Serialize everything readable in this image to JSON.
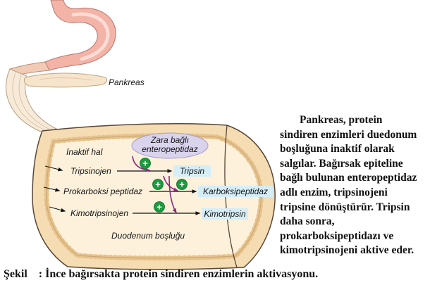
{
  "figure": {
    "pancreas_label": "Pankreas",
    "enzyme": {
      "line1": "Zara bağlı",
      "line2": "enteropeptidaz"
    },
    "inactive_label": "İnaktif hal",
    "lumen_label": "Duodenum boşluğu",
    "activation_symbol": "+",
    "reactions": [
      {
        "precursor": "Tripsinojen",
        "product": "Tripsin"
      },
      {
        "precursor": "Prokarboksi peptidaz",
        "product": "Karboksipeptidaz"
      },
      {
        "precursor": "Kimotripsinojen",
        "product": "Kimotripsin"
      }
    ],
    "colors": {
      "stomach": "#f3b3a7",
      "pancreas": "#f7e4cc",
      "duodenum_wall": "#f6dcb2",
      "lumen": "#fdf1dc",
      "enzyme_oval": "#d9d3ec",
      "product_box": "#d5edf7",
      "activation_circle": "#1c9a3e",
      "activation_arrow": "#8b2b7d"
    }
  },
  "description": {
    "lines": [
      "Pankreas, protein",
      "sindiren enzimleri duedonum",
      "boşluğuna inaktif olarak",
      "salgılar. Bağırsak epiteline",
      "bağlı bulunan enteropeptidaz",
      "adlı enzim, tripsinojeni",
      "tripsine dönüştürür. Tripsin",
      "daha sonra,",
      "prokarboksipeptidazı ve",
      "kimotripsinojeni aktive eder."
    ]
  },
  "caption": {
    "label": "Şekil",
    "text": ": İnce bağırsakta protein sindiren enzimlerin aktivasyonu."
  }
}
